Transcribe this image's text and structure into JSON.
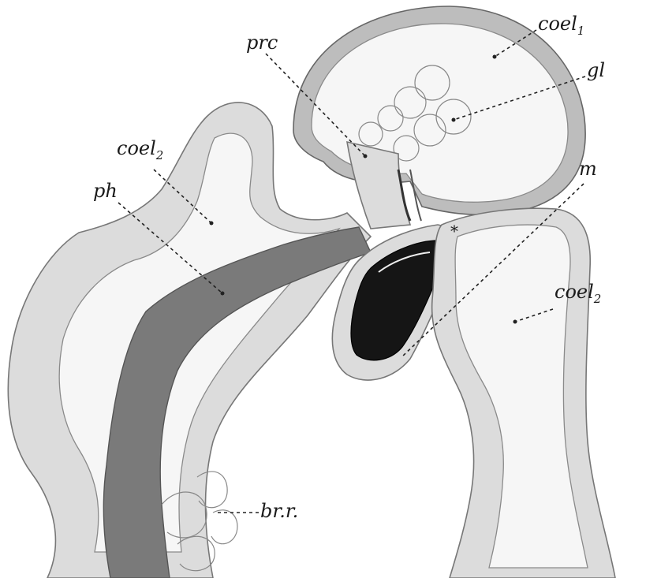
{
  "labels": {
    "prc": "prc",
    "coel1_main": "coel",
    "coel1_sub": "1",
    "gl": "gl",
    "coel2_left_main": "coel",
    "coel2_left_sub": "2",
    "ph": "ph",
    "m": "m",
    "coel2_right_main": "coel",
    "coel2_right_sub": "2",
    "brr": "br.r.",
    "asterisk": "*"
  },
  "colors": {
    "ink": "#1a1a1a",
    "tissue_light": "#dcdcdc",
    "tissue_dark": "#bdbdbd",
    "pharynx": "#6e6e6e",
    "lumen": "#111111"
  }
}
